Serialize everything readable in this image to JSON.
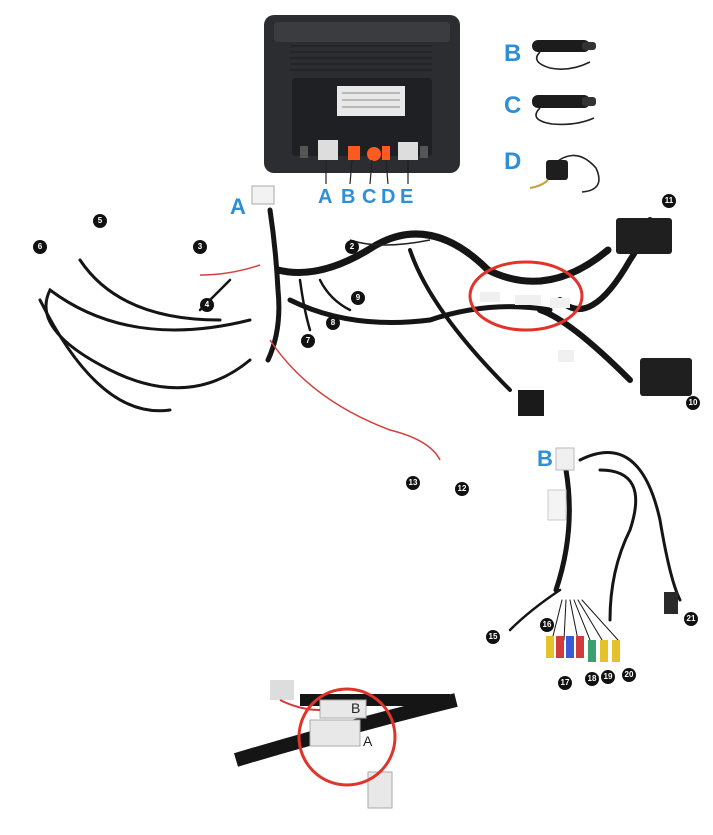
{
  "unit_ports": [
    "A",
    "B",
    "C",
    "D",
    "E"
  ],
  "accessory_labels": {
    "b": "B",
    "c": "C",
    "d": "D"
  },
  "harness_labels": {
    "a": "A",
    "b": "B"
  },
  "numbers": [
    "2",
    "3",
    "4",
    "5",
    "6",
    "7",
    "8",
    "9",
    "10",
    "11",
    "12",
    "13",
    "15",
    "16",
    "17",
    "18",
    "19",
    "20",
    "21"
  ],
  "inset_labels": {
    "b": "B",
    "a": "A"
  }
}
